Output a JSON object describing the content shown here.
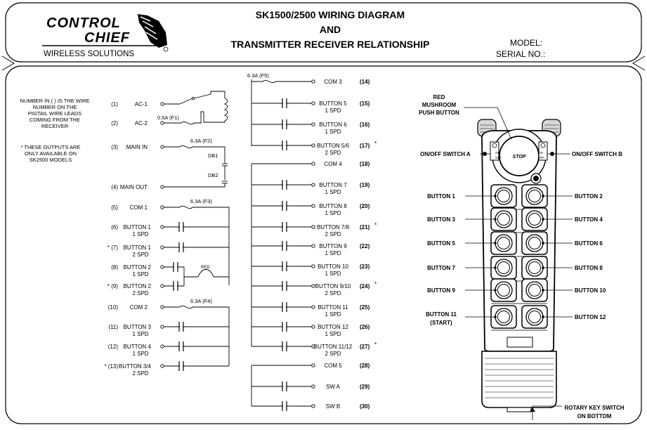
{
  "header": {
    "logo_top": "CONTROL",
    "logo_bottom": "CHIEF",
    "logo_sub": "WIRELESS SOLUTIONS",
    "title_line1": "SK1500/2500 WIRING DIAGRAM",
    "title_line2": "AND",
    "title_line3": "TRANSMITTER RECEIVER RELATIONSHIP",
    "model_label": "MODEL:",
    "serial_label": "SERIAL NO.:"
  },
  "notes": {
    "wire_note": [
      "NUMBER IN ( ) IS THE WIRE",
      "NUMBER ON THE",
      "PIGTAIL WIRE LEADS",
      "COMING FROM THE",
      "RECEIVER"
    ],
    "star_note": [
      "* THESE OUTPUTS ARE",
      "ONLY AVAILABLE ON",
      "SK2500 MODELS"
    ]
  },
  "left_column": [
    {
      "num": "(1)",
      "label": "AC-1",
      "sub": ""
    },
    {
      "num": "(2)",
      "label": "AC-2",
      "sub": ""
    },
    {
      "num": "(3)",
      "label": "MAIN IN",
      "sub": ""
    },
    {
      "num": "(4)",
      "label": "MAIN OUT",
      "sub": ""
    },
    {
      "num": "(5)",
      "label": "COM 1",
      "sub": ""
    },
    {
      "num": "(6)",
      "label": "BUTTON 1",
      "sub": "1 SPD"
    },
    {
      "num": "* (7)",
      "label": "BUTTON 1",
      "sub": "2 SPD"
    },
    {
      "num": "(8)",
      "label": "BUTTON 2",
      "sub": "1 SPD"
    },
    {
      "num": "* (9)",
      "label": "BUTTON 2",
      "sub": "2 SPD"
    },
    {
      "num": "(10)",
      "label": "COM 2",
      "sub": ""
    },
    {
      "num": "(11)",
      "label": "BUTTON 3",
      "sub": "1 SPD"
    },
    {
      "num": "(12)",
      "label": "BUTTON 4",
      "sub": "1 SPD"
    },
    {
      "num": "* (13)",
      "label": "BUTTON 3/4",
      "sub": "2 SPD"
    }
  ],
  "left_fuses": {
    "f1": "0.5A (F1)",
    "f2": "6.3A (F2)",
    "f3": "6.3A (F3)",
    "f4": "6.3A (F4)",
    "db1": "DB1",
    "db2": "DB2",
    "red": "RED"
  },
  "right_column": [
    {
      "num": "(14)",
      "label": "COM 3",
      "sub": "",
      "star": ""
    },
    {
      "num": "(15)",
      "label": "BUTTON 5",
      "sub": "1 SPD",
      "star": ""
    },
    {
      "num": "(16)",
      "label": "BUTTON 6",
      "sub": "1 SPD",
      "star": ""
    },
    {
      "num": "(17)",
      "label": "BUTTON 5/6",
      "sub": "2 SPD",
      "star": "*"
    },
    {
      "num": "(18)",
      "label": "COM 4",
      "sub": "",
      "star": ""
    },
    {
      "num": "(19)",
      "label": "BUTTON 7",
      "sub": "1 SPD",
      "star": ""
    },
    {
      "num": "(20)",
      "label": "BUTTON 8",
      "sub": "1 SPD",
      "star": ""
    },
    {
      "num": "(21)",
      "label": "BUTTON 7/8",
      "sub": "2 SPD",
      "star": "*"
    },
    {
      "num": "(22)",
      "label": "BUTTON 9",
      "sub": "1 SPD",
      "star": ""
    },
    {
      "num": "(23)",
      "label": "BUTTON 10",
      "sub": "1 SPD",
      "star": ""
    },
    {
      "num": "(24)",
      "label": "BUTTON 9/10",
      "sub": "2 SPD",
      "star": "*"
    },
    {
      "num": "(25)",
      "label": "BUTTON 11",
      "sub": "1 SPD",
      "star": ""
    },
    {
      "num": "(26)",
      "label": "BUTTON 12",
      "sub": "1 SPD",
      "star": ""
    },
    {
      "num": "(27)",
      "label": "BUTTON 11/12",
      "sub": "2 SPD",
      "star": "*"
    },
    {
      "num": "(28)",
      "label": "COM 5",
      "sub": "",
      "star": ""
    },
    {
      "num": "(29)",
      "label": "SW A",
      "sub": "",
      "star": ""
    },
    {
      "num": "(30)",
      "label": "SW B",
      "sub": "",
      "star": ""
    }
  ],
  "right_fuse": "6.3A (F5)",
  "transmitter": {
    "stop_label": "STOP",
    "on": "ON",
    "off": "OFF",
    "red_mushroom": [
      "RED",
      "MUSHROOM",
      "PUSH BUTTON"
    ],
    "switch_a": "ON/OFF SWITCH A",
    "switch_b": "ON/OFF SWITCH B",
    "left_buttons": [
      "BUTTON 1",
      "BUTTON 3",
      "BUTTON 5",
      "BUTTON 7",
      "BUTTON 9"
    ],
    "right_buttons": [
      "BUTTON 2",
      "BUTTON 4",
      "BUTTON 6",
      "BUTTON 8",
      "BUTTON 10",
      "BUTTON 12"
    ],
    "button11": [
      "BUTTON 11",
      "(START)"
    ],
    "rotary": [
      "ROTARY KEY SWITCH",
      "ON BOTTOM"
    ]
  }
}
